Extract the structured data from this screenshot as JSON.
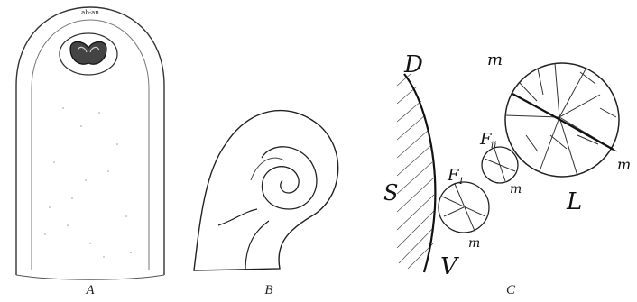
{
  "figure": {
    "panels": [
      {
        "id": "A",
        "caption": "A",
        "labels": {
          "top": "ab-an"
        }
      },
      {
        "id": "B",
        "caption": "B"
      },
      {
        "id": "C",
        "caption": "C",
        "labels": {
          "d": "D",
          "s": "S",
          "v": "V",
          "f1": "F",
          "f1_sub": "1",
          "f2": "F",
          "f2_sub": "ii",
          "m_top": "m",
          "m_right": "m",
          "m_mid": "m",
          "m_bottom": "m",
          "l": "L"
        }
      }
    ]
  },
  "colors": {
    "ink": "#1a1a1a",
    "paper": "#ffffff"
  }
}
